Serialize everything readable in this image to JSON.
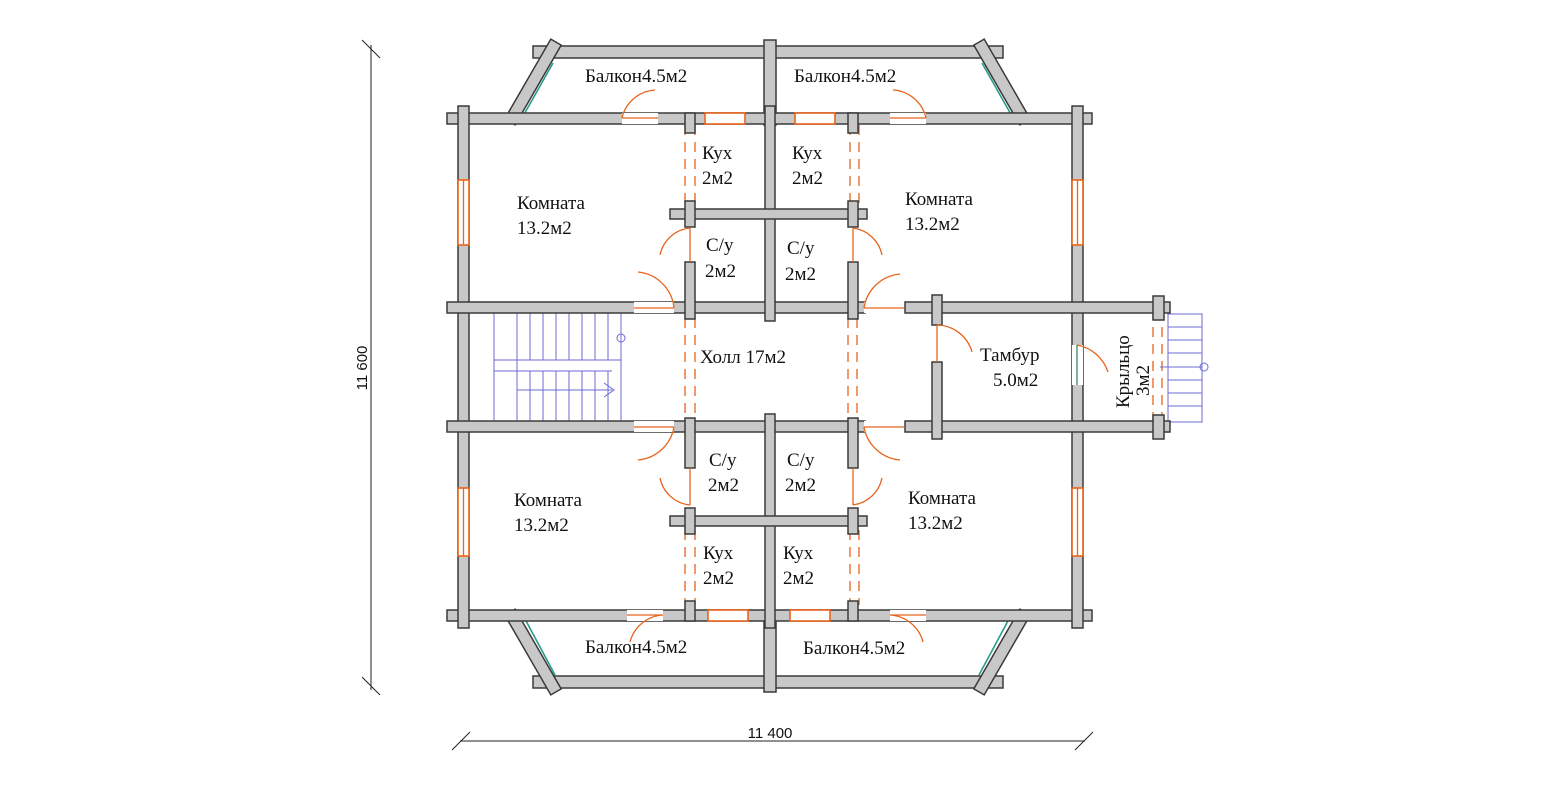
{
  "dimensions": {
    "width": "11 400",
    "height": "11 600"
  },
  "rooms": {
    "balcony_tl": {
      "name": "Балкон",
      "area": "4.5м2"
    },
    "balcony_tr": {
      "name": "Балкон",
      "area": "4.5м2"
    },
    "balcony_bl": {
      "name": "Балкон",
      "area": "4.5м2"
    },
    "balcony_br": {
      "name": "Балкон",
      "area": "4.5м2"
    },
    "kitchen_tl": {
      "name": "Кух",
      "area": "2м2"
    },
    "kitchen_tr": {
      "name": "Кух",
      "area": "2м2"
    },
    "kitchen_bl": {
      "name": "Кух",
      "area": "2м2"
    },
    "kitchen_br": {
      "name": "Кух",
      "area": "2м2"
    },
    "bath_tl": {
      "name": "С/у",
      "area": "2м2"
    },
    "bath_tr": {
      "name": "С/у",
      "area": "2м2"
    },
    "bath_bl": {
      "name": "С/у",
      "area": "2м2"
    },
    "bath_br": {
      "name": "С/у",
      "area": "2м2"
    },
    "room_tl": {
      "name": "Комната",
      "area": "13.2м2"
    },
    "room_tr": {
      "name": "Комната",
      "area": "13.2м2"
    },
    "room_bl": {
      "name": "Комната",
      "area": "13.2м2"
    },
    "room_br": {
      "name": "Комната",
      "area": "13.2м2"
    },
    "hall": {
      "label": "Холл 17м2"
    },
    "vestibule": {
      "name": "Тамбур",
      "area": "5.0м2"
    },
    "porch": {
      "name": "Крыльцо",
      "area": "3м2"
    }
  },
  "colors": {
    "wall_fill": "#c8c8c8",
    "wall_stroke": "#3a3a3a",
    "door_window": "#e8641c",
    "railing": "#2a9c8c",
    "stairs": "#6b6bd6"
  }
}
